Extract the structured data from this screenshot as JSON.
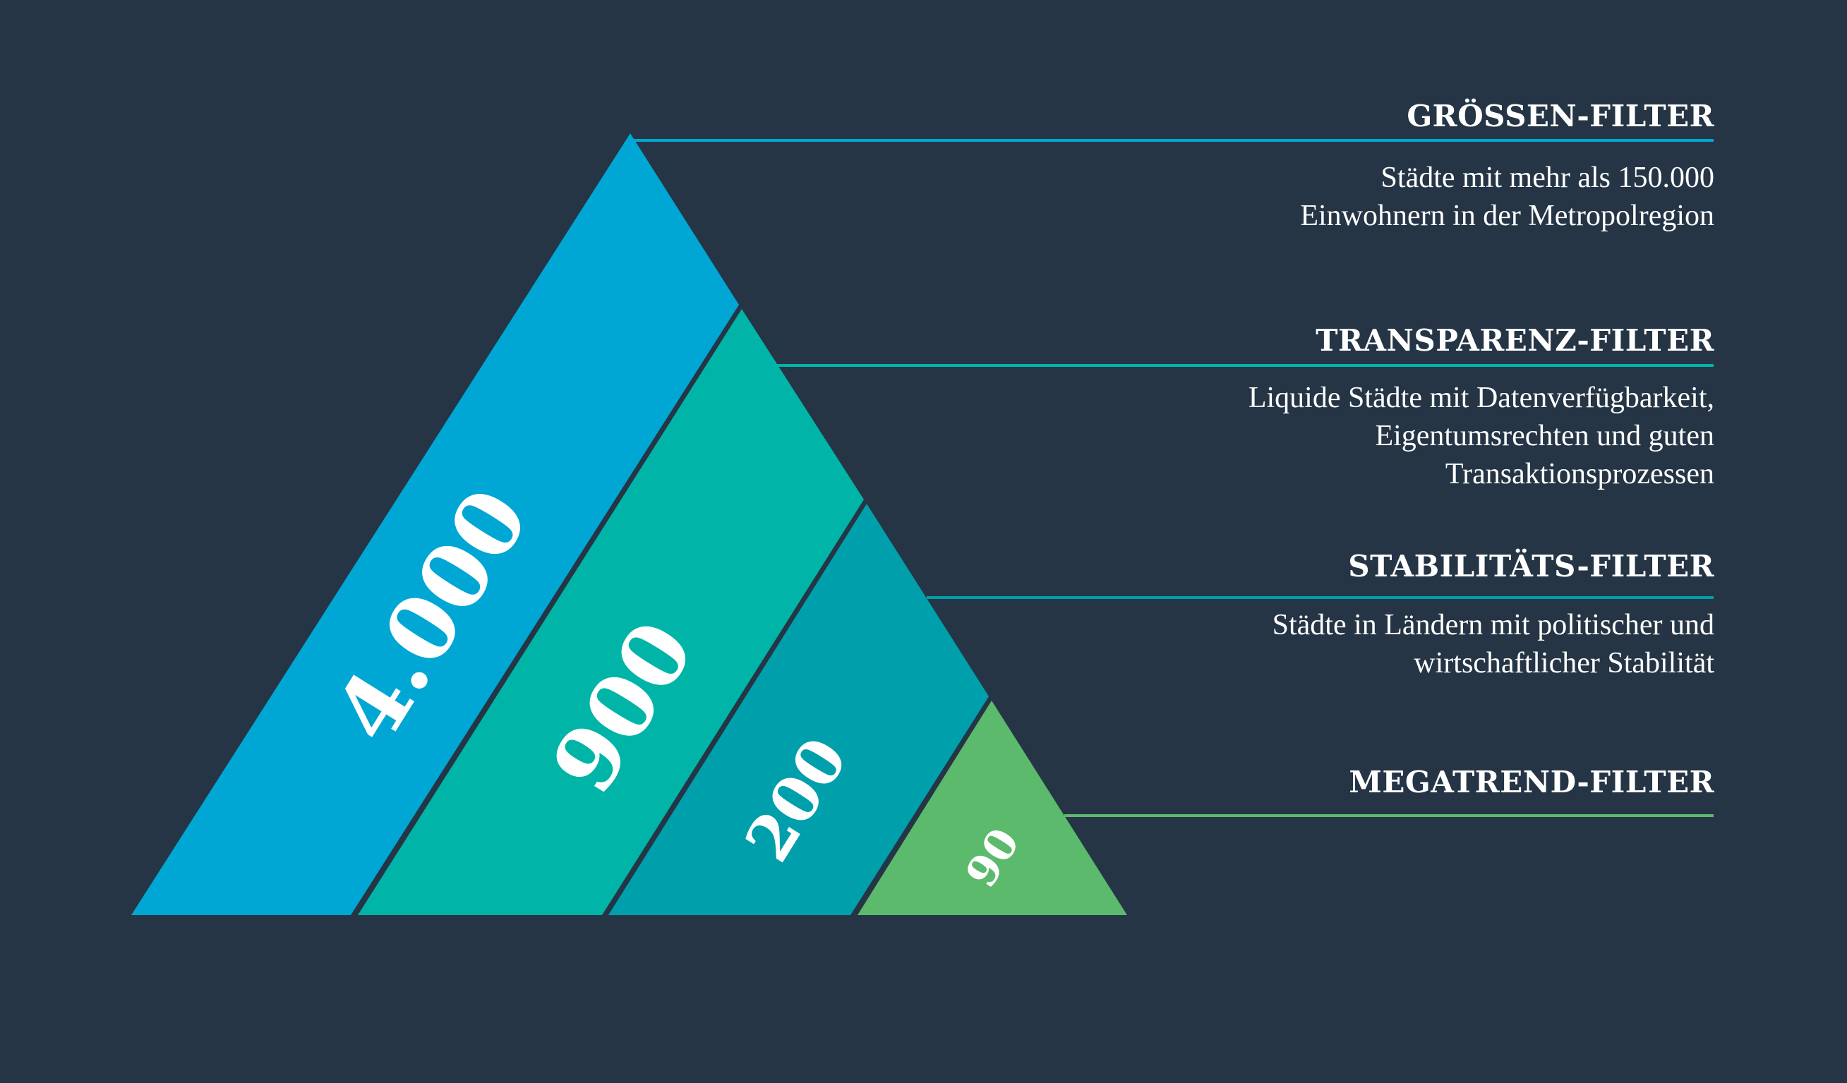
{
  "colors": {
    "background": "#253545",
    "segment_1": "#00A7D4",
    "segment_2": "#00B5A8",
    "segment_3": "#009FAC",
    "segment_4": "#5BBA6C",
    "text": "#FFFFFF"
  },
  "segments": [
    {
      "value": "4.000",
      "color": "#00A7D4"
    },
    {
      "value": "900",
      "color": "#00B5A8"
    },
    {
      "value": "200",
      "color": "#009FAC"
    },
    {
      "value": "90",
      "color": "#5BBA6C"
    }
  ],
  "filters": [
    {
      "title": "GRÖSSEN-FILTER",
      "line_color": "#00A7D4",
      "lines": [
        "Städte mit mehr als 150.000",
        "Einwohnern in der Metropolregion"
      ]
    },
    {
      "title": "TRANSPARENZ-FILTER",
      "line_color": "#00B5A8",
      "lines": [
        "Liquide Städte mit Datenverfügbarkeit,",
        "Eigentumsrechten und guten",
        "Transaktionsprozessen"
      ]
    },
    {
      "title": "STABILITÄTS-FILTER",
      "line_color": "#009FAC",
      "lines": [
        "Städte in Ländern mit politischer und",
        "wirtschaftlicher Stabilität"
      ]
    },
    {
      "title": "MEGATREND-FILTER",
      "line_color": "#5BBA6C",
      "lines": []
    }
  ]
}
